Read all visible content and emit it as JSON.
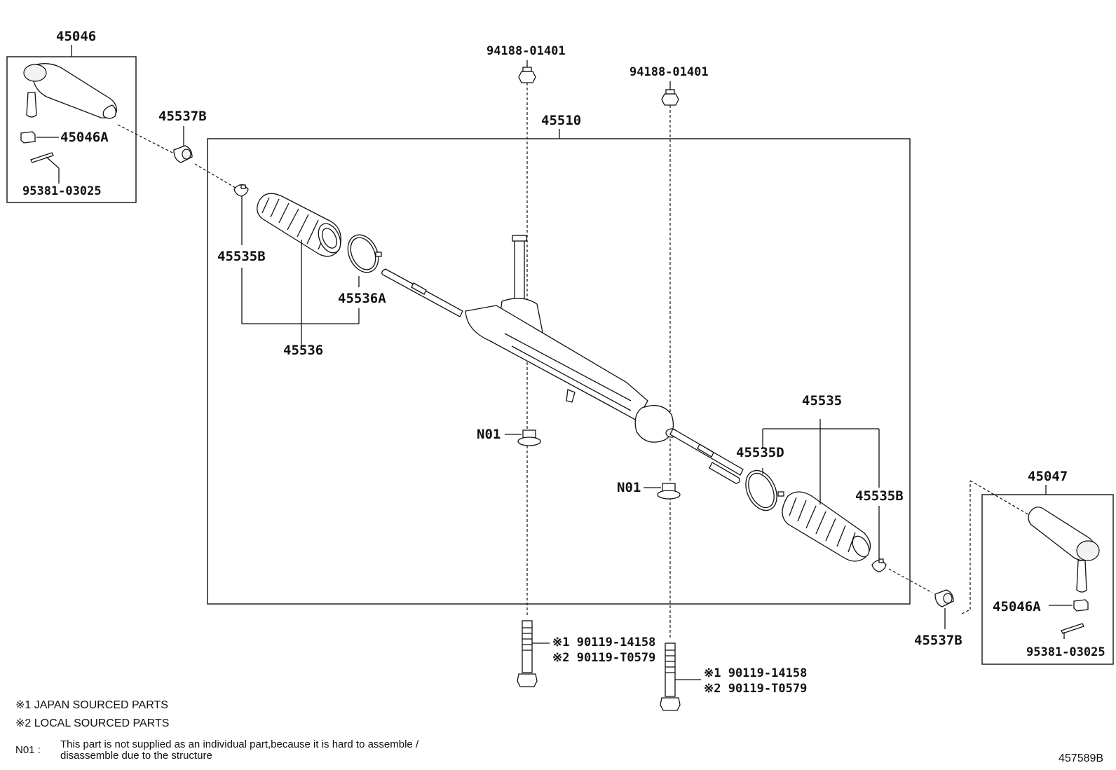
{
  "labels": {
    "tie_rod_end_left": "45046",
    "tie_rod_end_left_nut": "45046A",
    "cotter_pin_left": "95381-03025",
    "boot_clip_left_top": "45537B",
    "rack_assembly": "45510",
    "nut_top_left": "94188-01401",
    "nut_top_right": "94188-01401",
    "clamp_left": "45535B",
    "boot_left": "45536",
    "band_left": "45536A",
    "boot_set_right": "45535",
    "band_right": "45535D",
    "clamp_right": "45535B",
    "tie_rod_end_right": "45047",
    "tie_rod_end_right_nut": "45046A",
    "cotter_pin_right": "95381-03025",
    "boot_clip_right": "45537B",
    "n01_left": "N01",
    "n01_right": "N01",
    "bolt_left_1": "※1  90119-14158",
    "bolt_left_2": "※2  90119-T0579",
    "bolt_right_1": "※1  90119-14158",
    "bolt_right_2": "※2  90119-T0579"
  },
  "notes": {
    "note1": "※1 JAPAN SOURCED PARTS",
    "note2": "※2 LOCAL SOURCED PARTS",
    "n01_key": "N01 :",
    "n01_text_line1": "This part is not supplied as an individual part,because it is hard to assemble /",
    "n01_text_line2": "disassemble due to the structure"
  },
  "diagram_code": "457589B"
}
